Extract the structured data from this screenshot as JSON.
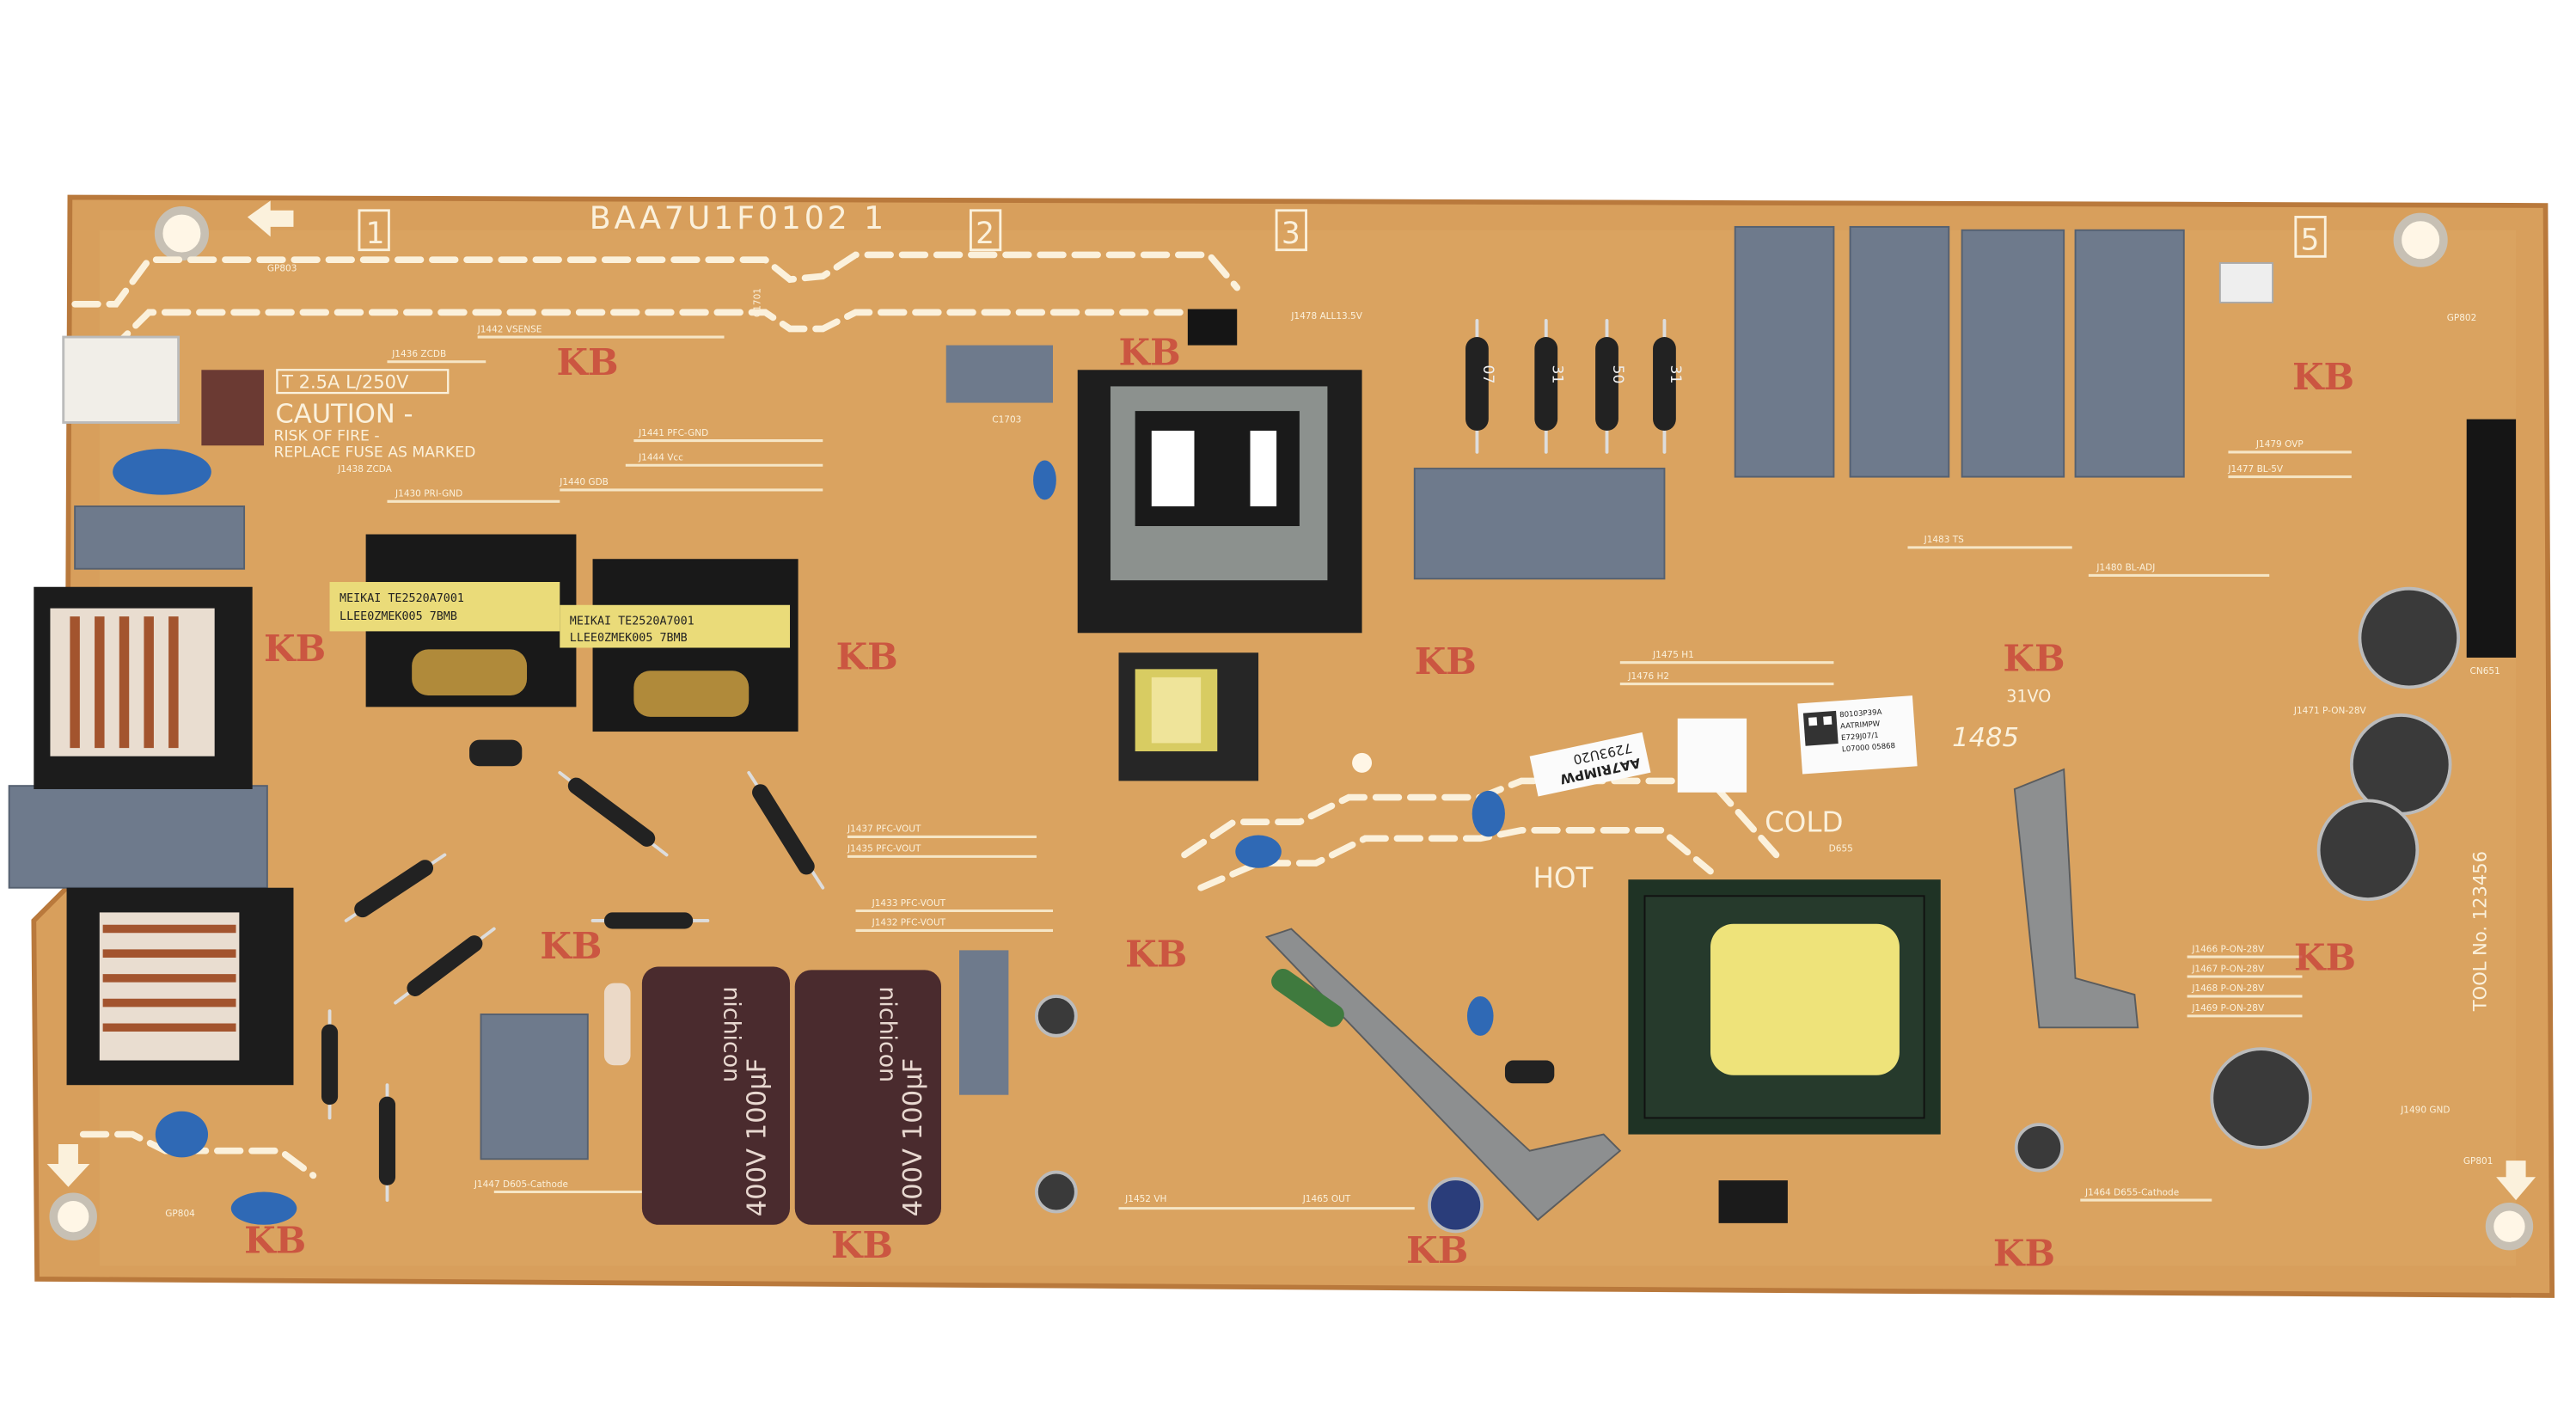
{
  "board": {
    "part_number": "BAA7U1F0102 1",
    "section_markers": [
      "1",
      "2",
      "3",
      "5"
    ],
    "fuse_rating": "T 2.5A L/250V",
    "caution_title": "CAUTION -",
    "caution_line1": "RISK OF FIRE -",
    "caution_line2": "REPLACE FUSE AS MARKED",
    "hot_label": "HOT",
    "cold_label": "COLD",
    "code_1485": "1485",
    "code_31vo": "31VO",
    "tool_no": "TOOL No. 123456",
    "inspection_stamp": "KB",
    "colors": {
      "board": "#d89f5c",
      "silkscreen": "#fbf1dc",
      "film_cap": "#6e7a8c",
      "stamp": "#c8433a",
      "electrolytic": "#4a2b2e"
    }
  },
  "silk_labels": [
    {
      "text": "J1442  VSENSE"
    },
    {
      "text": "J1436  ZCDB"
    },
    {
      "text": "J1441  PFC-GND"
    },
    {
      "text": "J1444  Vcc"
    },
    {
      "text": "J1440  GDB"
    },
    {
      "text": "J1438  ZCDA"
    },
    {
      "text": "J1430  PRI-GND"
    },
    {
      "text": "J1478  ALL13.5V"
    },
    {
      "text": "J1479  OVP"
    },
    {
      "text": "J1477  BL-5V"
    },
    {
      "text": "J1483  TS"
    },
    {
      "text": "J1480  BL-ADJ"
    },
    {
      "text": "J1475  H1"
    },
    {
      "text": "J1476  H2"
    },
    {
      "text": "J1471  P-ON-28V"
    },
    {
      "text": "J1437  PFC-VOUT"
    },
    {
      "text": "J1435  PFC-VOUT"
    },
    {
      "text": "J1433  PFC-VOUT"
    },
    {
      "text": "J1432  PFC-VOUT"
    },
    {
      "text": "J1466  P-ON-28V"
    },
    {
      "text": "J1467  P-ON-28V"
    },
    {
      "text": "J1468  P-ON-28V"
    },
    {
      "text": "J1469  P-ON-28V"
    },
    {
      "text": "J1490  GND"
    },
    {
      "text": "J1447  D605-Cathode"
    },
    {
      "text": "J1464  D655-Cathode"
    },
    {
      "text": "J1452  VH"
    },
    {
      "text": "J1465  OUT"
    },
    {
      "text": "C1701"
    },
    {
      "text": "C1703"
    },
    {
      "text": "GP803"
    },
    {
      "text": "GP802"
    },
    {
      "text": "GP804"
    },
    {
      "text": "GP801"
    },
    {
      "text": "CN651"
    },
    {
      "text": "D655"
    }
  ],
  "chokes": [
    {
      "brand": "MEIKAI  TE2520A7001",
      "code": "LLEE0ZMEK005  7BMB"
    },
    {
      "brand": "MEIKAI  TE2520A7001",
      "code": "LLEE0ZMEK005  7BMB"
    }
  ],
  "electrolytic_caps": [
    {
      "brand": "nichicon",
      "rating": "400V 100µF"
    },
    {
      "brand": "nichicon",
      "rating": "400V 100µF"
    }
  ],
  "diode_markings": [
    "07",
    "31",
    "50",
    "31"
  ],
  "stickers": {
    "left": {
      "line1": "AA7RIMPW",
      "line2": "7293U20"
    },
    "qr": {
      "line1": "80103P39A",
      "line2": "AATRIMPW",
      "line3": "E729J07/1",
      "line4": "L07000 05868"
    }
  }
}
